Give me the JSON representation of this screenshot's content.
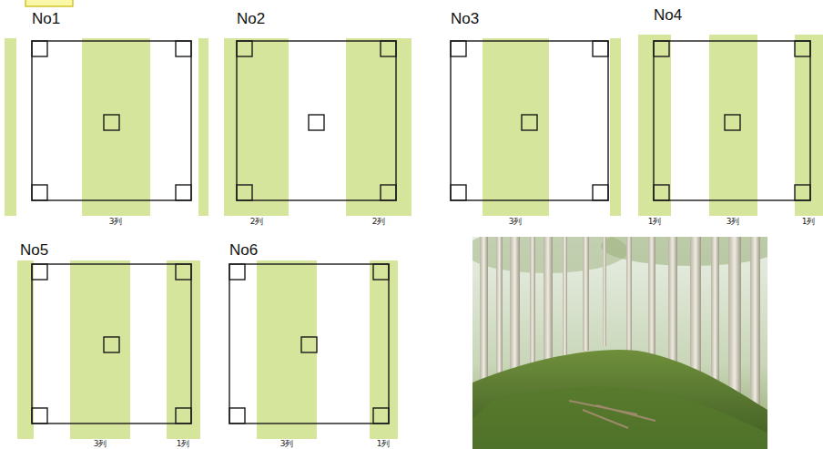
{
  "diagram": {
    "nodes": [
      {
        "text": [
          "No1"
        ]
      },
      {
        "text": [
          "No2"
        ]
      },
      {
        "text": [
          "No3"
        ]
      },
      {
        "text": [
          "No4"
        ]
      },
      {
        "text": [
          "No5"
        ]
      },
      {
        "text": [
          "No6"
        ]
      }
    ],
    "labels": [
      "3列",
      "2列",
      "2列",
      "3列",
      "1列",
      "3列",
      "1列",
      "3列",
      "1列",
      "3列",
      "1列"
    ]
  }
}
